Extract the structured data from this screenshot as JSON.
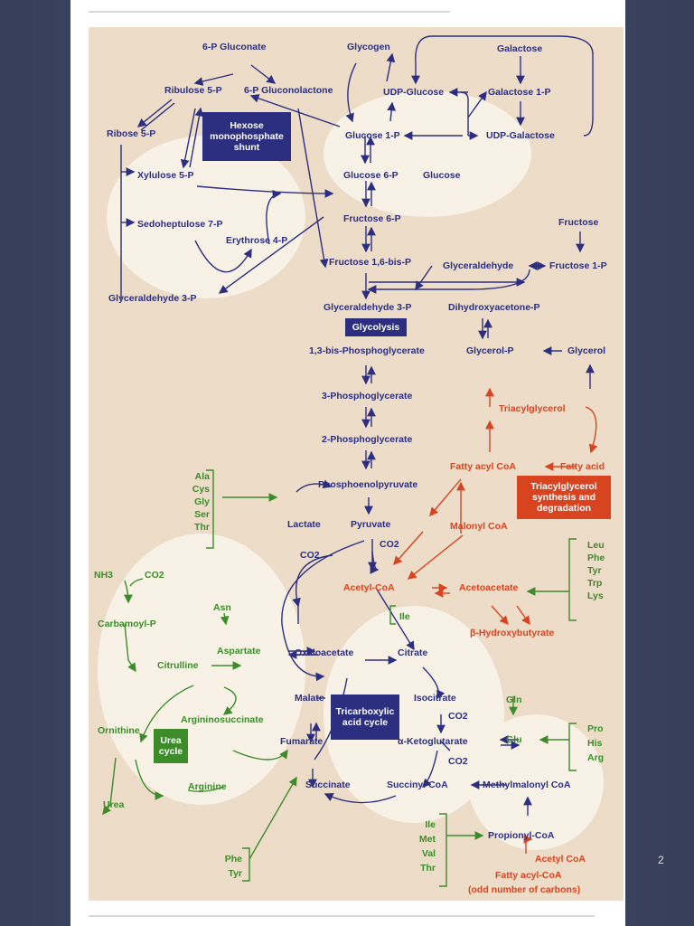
{
  "page_number": "2",
  "nodes": {
    "six_p_gluconate": "6-P Gluconate",
    "ribulose_5p": "Ribulose 5-P",
    "six_p_gluconolactone": "6-P Gluconolactone",
    "ribose_5p": "Ribose 5-P",
    "xylulose_5p": "Xylulose 5-P",
    "sedoheptulose_7p": "Sedoheptulose 7-P",
    "erythrose_4p": "Erythrose 4-P",
    "glyceraldehyde_3p_left": "Glyceraldehyde 3-P",
    "glycogen": "Glycogen",
    "galactose": "Galactose",
    "udp_glucose": "UDP-Glucose",
    "galactose_1p": "Galactose 1-P",
    "glucose_1p": "Glucose 1-P",
    "udp_galactose": "UDP-Galactose",
    "glucose_6p": "Glucose 6-P",
    "glucose": "Glucose",
    "fructose_6p": "Fructose 6-P",
    "fructose": "Fructose",
    "fructose_16bisp": "Fructose 1,6-bis-P",
    "glyceraldehyde": "Glyceraldehyde",
    "fructose_1p": "Fructose 1-P",
    "glyceraldehyde_3p": "Glyceraldehyde 3-P",
    "dihydroxyacetone_p": "Dihydroxyacetone-P",
    "bisphosphoglycerate": "1,3-bis-Phosphoglycerate",
    "glycerol_p": "Glycerol-P",
    "glycerol": "Glycerol",
    "three_pg": "3-Phosphoglycerate",
    "triacylglycerol": "Triacylglycerol",
    "two_pg": "2-Phosphoglycerate",
    "pep": "Phosphoenolpyruvate",
    "fatty_acyl_coa": "Fatty acyl CoA",
    "fatty_acid": "Fatty acid",
    "lactate": "Lactate",
    "pyruvate": "Pyruvate",
    "malonyl_coa": "Malonyl CoA",
    "co2_a": "CO2",
    "co2_b": "CO2",
    "acetyl_coa": "Acetyl-CoA",
    "acetoacetate": "Acetoacetate",
    "ile_small": "Ile",
    "b_hydroxybutyrate": "β-Hydroxybutyrate",
    "nh3": "NH3",
    "co2_urea": "CO2",
    "carbamoyl_p": "Carbamoyl-P",
    "asn": "Asn",
    "aspartate": "Aspartate",
    "oxaloacetate": "Oxaloacetate",
    "citrate": "Citrate",
    "citrulline": "Citrulline",
    "malate": "Malate",
    "isocitrate": "Isocitrate",
    "gln": "Gln",
    "argininosuccinate": "Argininosuccinate",
    "co2_c": "CO2",
    "ornithine": "Ornithine",
    "fumarate": "Fumarate",
    "a_ketoglutarate": "α-Ketoglutarate",
    "glu": "Glu",
    "co2_d": "CO2",
    "arginine": "Arginine",
    "succinate": "Succinate",
    "succinyl_coa": "Succinyl CoA",
    "methylmalonyl_coa": "Methylmalonyl CoA",
    "urea": "Urea",
    "propionyl_coa": "Propionyl-CoA",
    "acetyl_coa_b": "Acetyl CoA",
    "fatty_acyl_coa_odd": "Fatty acyl-CoA",
    "odd_carbons": "(odd number of carbons)"
  },
  "amino_groups": {
    "glycolytic": [
      "Ala",
      "Cys",
      "Gly",
      "Ser",
      "Thr"
    ],
    "ketogenic": [
      "Leu",
      "Phe",
      "Tyr",
      "Trp",
      "Lys"
    ],
    "glutamate": [
      "Pro",
      "His",
      "Arg"
    ],
    "propionyl": [
      "Ile",
      "Met",
      "Val",
      "Thr"
    ],
    "fumarate": [
      "Phe",
      "Tyr"
    ]
  },
  "boxes": {
    "hexose_shunt": "Hexose monophosphate shunt",
    "glycolysis": "Glycolysis",
    "tca": "Tricarboxylic acid cycle",
    "tag_synthesis": "Triacylglycerol synthesis and degradation",
    "urea_cycle": "Urea cycle"
  },
  "colors": {
    "carbohydrate": "#2c2f80",
    "amino_acid": "#3d8c2a",
    "lipid": "#d8441f",
    "background": "#ecdcc8"
  }
}
